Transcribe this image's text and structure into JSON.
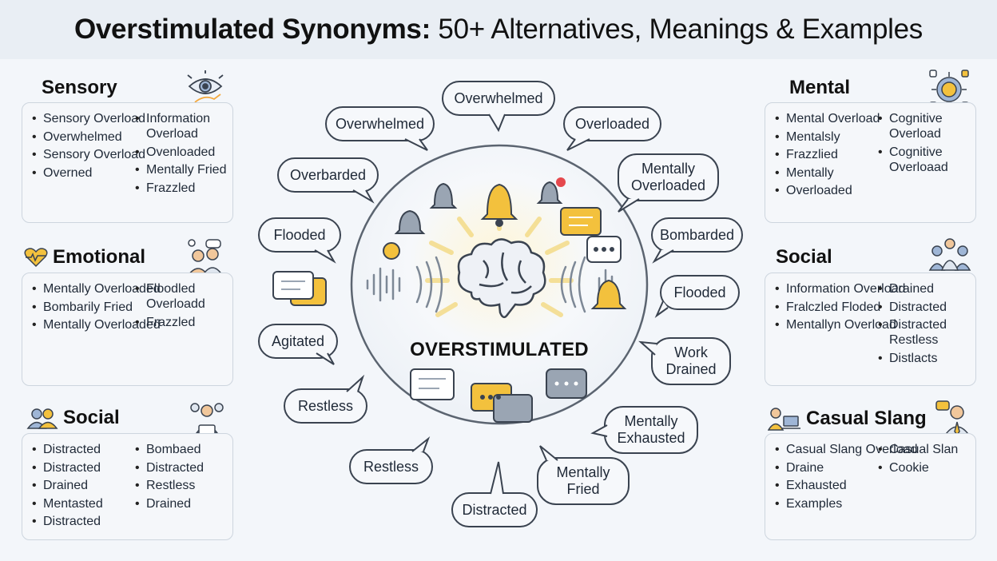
{
  "title": {
    "bold": "Overstimulated Synonyms:",
    "light": "50+ Alternatives, Meanings & Examples"
  },
  "center": {
    "label": "OVERSTIMULATED"
  },
  "colors": {
    "bell": "#f3c13d",
    "bubble_border": "#3a4350",
    "card_border": "#cdd5de",
    "accent_red": "#e5484d"
  },
  "sections": {
    "sensory": {
      "title": "Sensory",
      "icon": "eye-hand-icon",
      "left": [
        "Sensory Overload",
        "Overwhelmed",
        "Sensory Overload",
        "Overned"
      ],
      "right": [
        "Information Overload",
        "Ovenloaded",
        "Mentally Fried",
        "Frazzled"
      ]
    },
    "emotional": {
      "title": "Emotional",
      "icon": "heart-pulse-icon",
      "left": [
        "Mentally Overloaded",
        "Bombarily Fried",
        "Mentally Overloaded"
      ],
      "right": [
        "Floodled Overloadd",
        "Frazzled"
      ]
    },
    "social_left": {
      "title": "Social",
      "icon": "people-icon",
      "left": [
        "Distracted",
        "Distracted",
        "Drained",
        "Mentasted",
        "Distracted"
      ],
      "right": [
        "Bombaed",
        "Distracted",
        "Restless",
        "Drained"
      ]
    },
    "mental": {
      "title": "Mental",
      "icon": "brain-gear-icon",
      "left": [
        "Mental Overload",
        "Mentalsly",
        "Frazzlied",
        "Mentally",
        "Overloaded"
      ],
      "right": [
        "Cognitive Overload",
        "Cognitive Overloaad"
      ]
    },
    "social_right": {
      "title": "Social",
      "icon": "group-icon",
      "left": [
        "Information Overload",
        "Fralczled Floded",
        "Mentallyn Overload"
      ],
      "right": [
        "Drained",
        "Distracted",
        "Distracted Restless",
        "Distlacts"
      ]
    },
    "casual": {
      "title": "Casual Slang",
      "icon": "laptop-person-icon",
      "left": [
        "Casual Slang Overload",
        "Draine",
        "Exhausted",
        "Examples"
      ],
      "right": [
        "Casual Slan",
        "Cookie"
      ]
    }
  },
  "bubbles": [
    "Overwhelmed",
    "Overwhelmed",
    "Overloaded",
    "Overbarded",
    "Mentally Overloaded",
    "Flooded",
    "Bombarded",
    "Flooded",
    "Agitated",
    "Work Drained",
    "Restless",
    "Mentally Exhausted",
    "Restless",
    "Mentally Fried",
    "Distracted"
  ]
}
